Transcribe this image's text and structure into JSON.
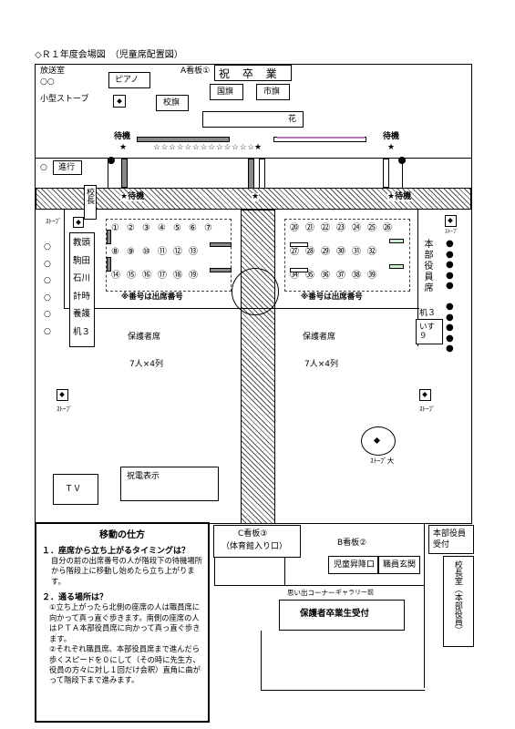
{
  "title": "◇Ｒ１年度会場図　（児童席配置図）",
  "rooms": {
    "broadcast": "放送室",
    "circles": "○○",
    "small_stove": "小型ストーブ",
    "piano": "ピアノ",
    "a_board": "A看板①",
    "a_board_text": "祝 卒 業",
    "national_flag": "国旗",
    "city_flag": "市旗",
    "school_flag": "校旗",
    "flowers": "花",
    "progress": "進行",
    "principal": "校長",
    "stove": "ｽﾄｰﾌﾞ",
    "stove_big": "ｽﾄｰﾌﾞ大",
    "tv": "ＴＶ",
    "telegram": "祝電表示",
    "hq_staff": "本部役員席",
    "desk3": "机３",
    "chairs9": "いす９"
  },
  "wait_labels": {
    "top": "待機",
    "mid": "★待機",
    "stars": "☆☆☆☆☆☆☆☆☆☆☆☆☆"
  },
  "teachers": [
    "教頭",
    "駒田",
    "石川",
    "計時",
    "養護",
    "机３"
  ],
  "seats": {
    "left_rows": [
      [
        "①",
        "②",
        "③",
        "④",
        "⑤",
        "⑥",
        "⑦"
      ],
      [
        "⑧",
        "⑨",
        "⑩",
        "⑪",
        "⑫",
        "⑬"
      ],
      [
        "⑭",
        "⑮",
        "⑯",
        "⑰",
        "⑱",
        "⑲"
      ]
    ],
    "right_rows": [
      [
        "⑳",
        "㉑",
        "㉒",
        "㉓",
        "㉔",
        "㉕",
        "㉖"
      ],
      [
        "㉗",
        "㉘",
        "㉙",
        "㉚",
        "㉛",
        "㉜"
      ],
      [
        "㉞",
        "㉟",
        "㊱",
        "㊲",
        "㊳",
        "㊴"
      ]
    ],
    "note": "※番号は出席番号"
  },
  "guardian": {
    "label": "保護者席",
    "rows": "7人×4列"
  },
  "exits": {
    "c_board": "C看板③",
    "c_board_sub": "（体育館入り口）",
    "b_board": "B看板②",
    "student_entrance": "児童昇降口",
    "staff_entrance": "職員玄関",
    "memory_corner": "思い出コーナー",
    "gallery": "ギャラリー前",
    "reception": "保護者卒業生受付",
    "hq_reception": "本部役員受付",
    "principal_room": "校長室（本部役員）"
  },
  "instructions": {
    "heading": "移動の仕方",
    "q1": "１．座席から立ち上がるタイミングは？",
    "a1": "自分の前の出席番号の人が階段下の待機場所から階段上に移動し始めたら立ち上がります。",
    "q2": "２．通る場所は？",
    "a2a": "①立ち上がったら北側の座席の人は職員席に向かって真っ直ぐ歩きます。南側の座席の人はＰＴＡ本部役員席に向かって真っ直ぐ歩きます。",
    "a2b": "②それぞれ職員席、本部役員席まで進んだら歩くスピードを０にして（その時に先生方、役員の方々に対し１回だけ会釈）直角に曲がって階段下まで進みます。"
  }
}
